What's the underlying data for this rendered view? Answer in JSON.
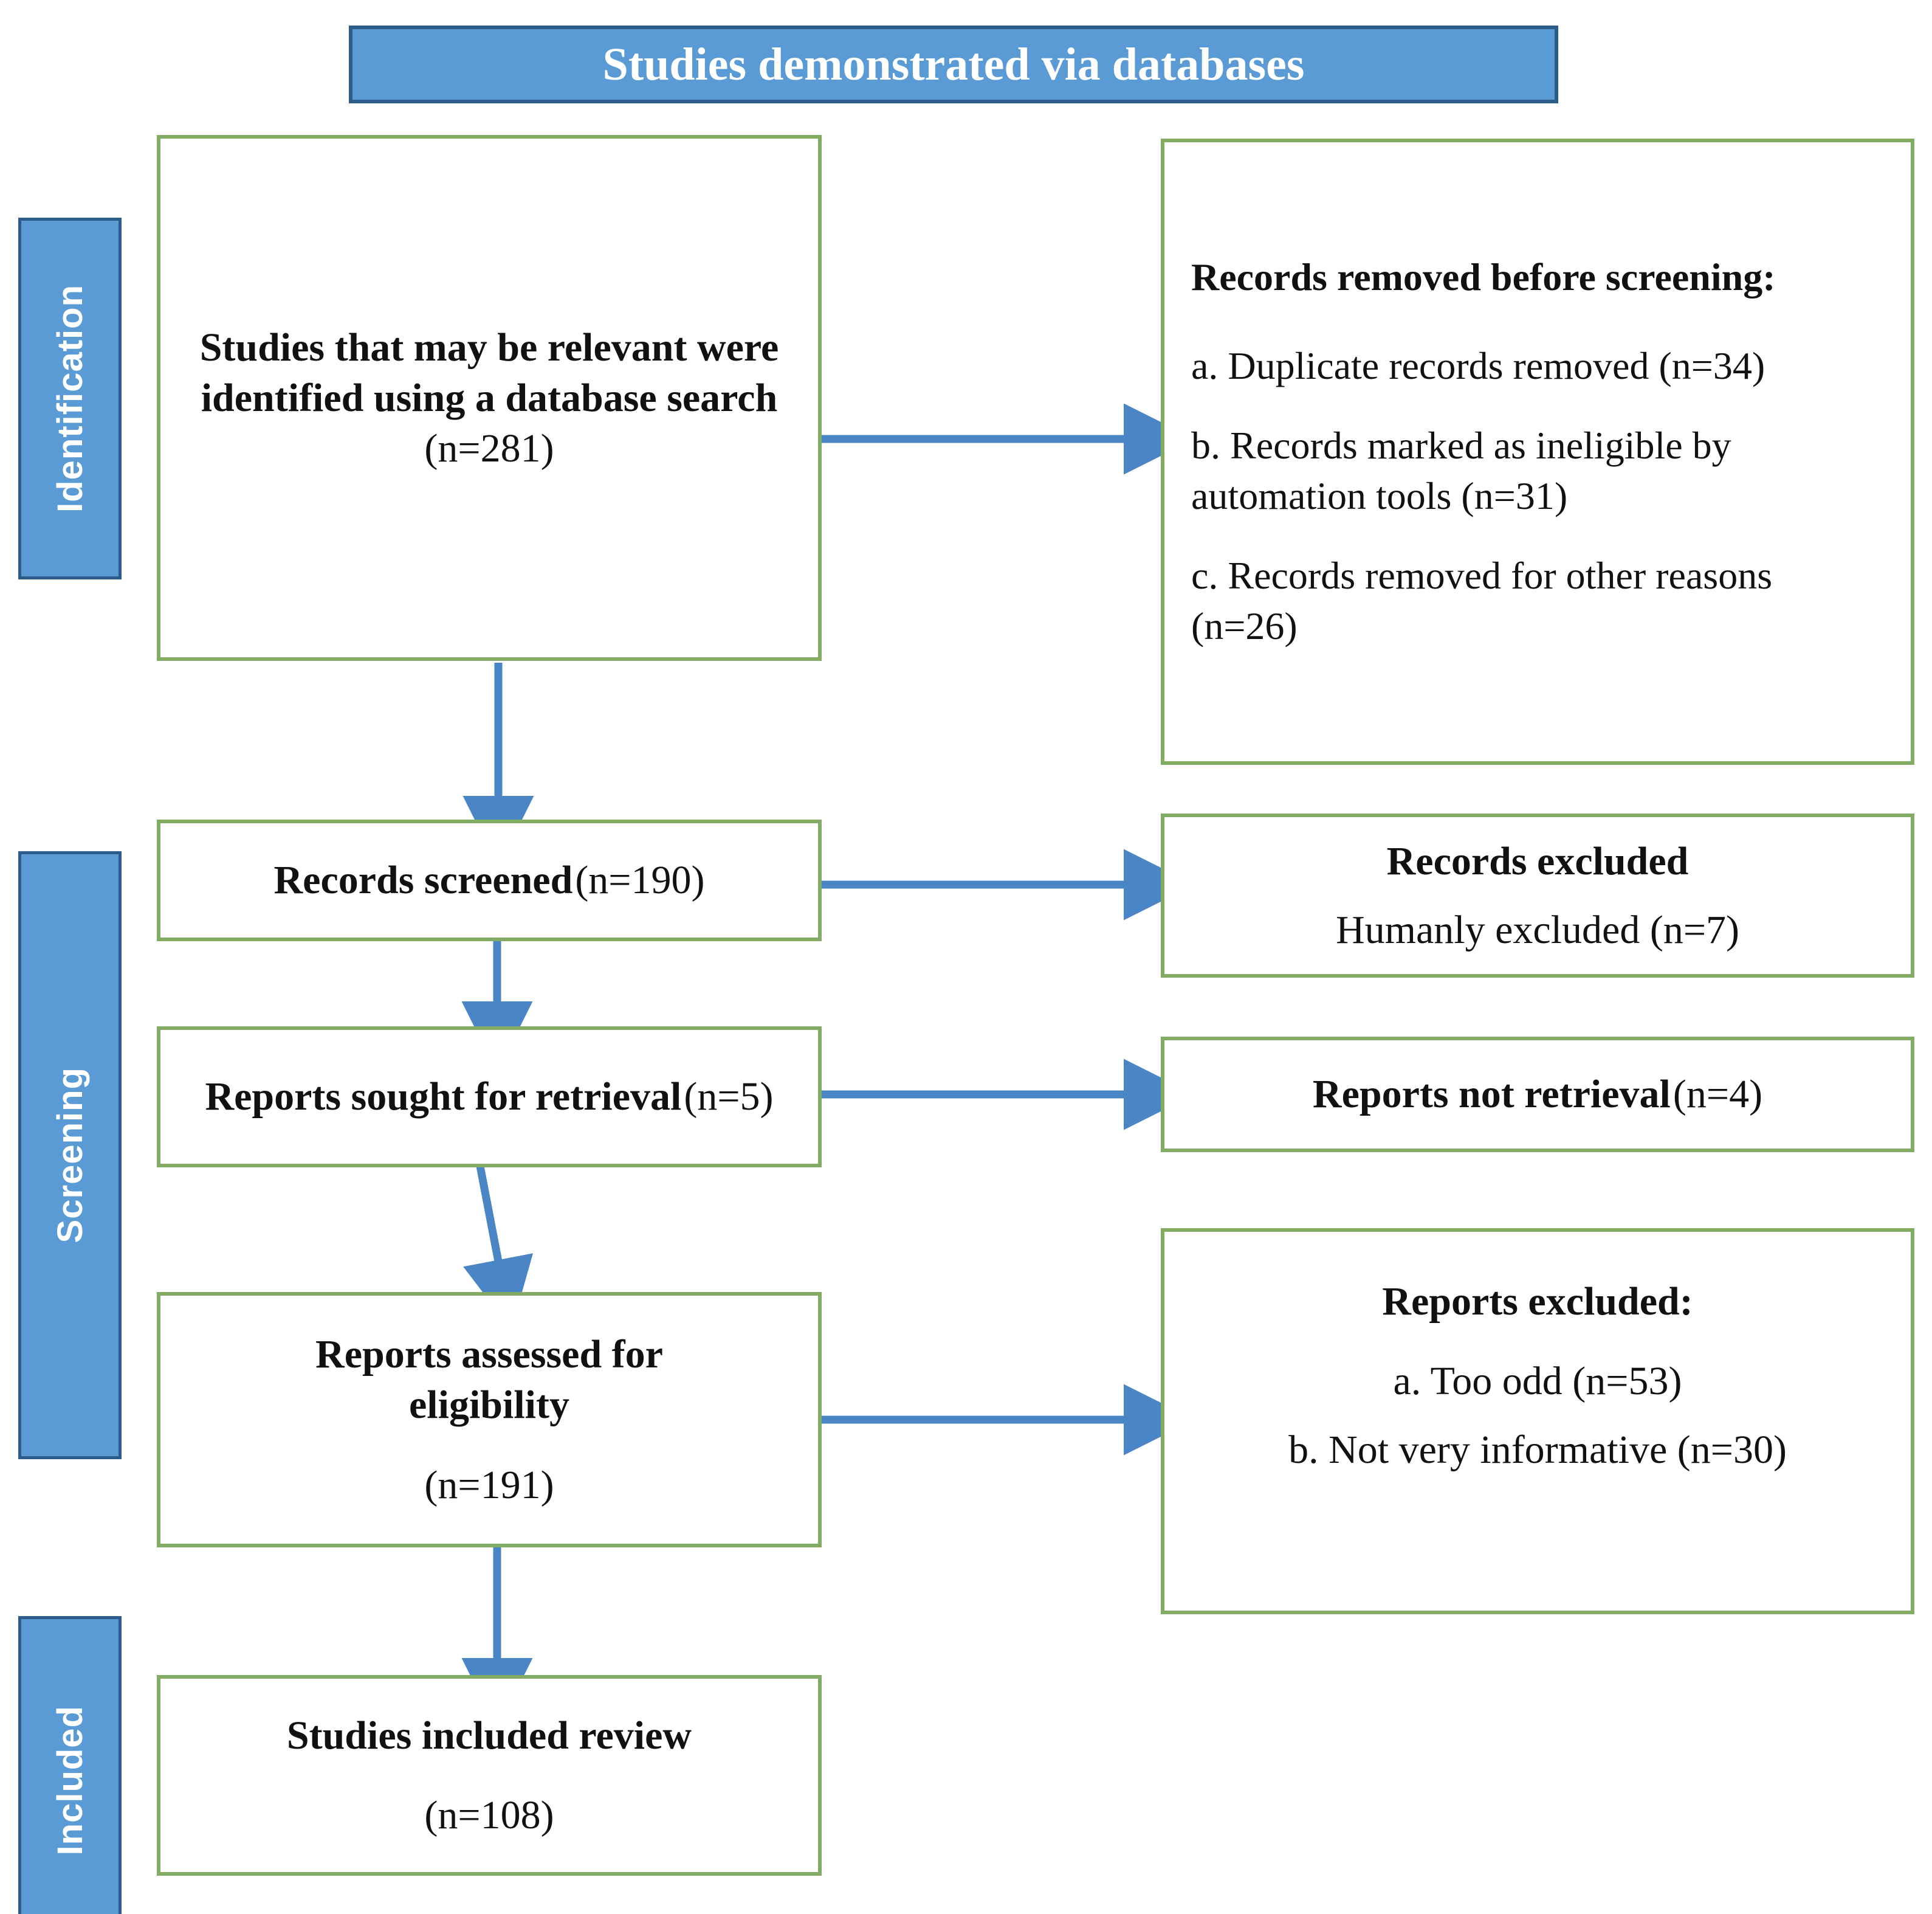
{
  "header": {
    "title": "Studies demonstrated via databases"
  },
  "stages": [
    {
      "key": "identification",
      "label": "Identification"
    },
    {
      "key": "screening",
      "label": "Screening"
    },
    {
      "key": "included",
      "label": "Included"
    }
  ],
  "boxes": {
    "identification_source": {
      "bold_text": "Studies that may be relevant were identified using a database search",
      "count_text": "(n=281)"
    },
    "records_removed": {
      "heading": "Records removed before screening:",
      "item_a": "a.   Duplicate records removed (n=34)",
      "item_b": "b. Records marked as ineligible by automation tools (n=31)",
      "item_c": "c. Records removed for other reasons (n=26)"
    },
    "records_screened": {
      "bold_text": "Records screened",
      "count_text": "(n=190)"
    },
    "records_excluded": {
      "heading": "Records excluded",
      "detail": "Humanly excluded (n=7)"
    },
    "reports_sought": {
      "bold_text": "Reports sought for retrieval",
      "count_text": "(n=5)"
    },
    "reports_not_retrieved": {
      "bold_text": "Reports not retrieval",
      "count_text": "(n=4)"
    },
    "reports_assessed": {
      "bold_line1": "Reports assessed for",
      "bold_line2": "eligibility",
      "count_text": "(n=191)"
    },
    "reports_excluded": {
      "heading": "Reports excluded:",
      "item_a": "a. Too odd (n=53)",
      "item_b": "b. Not very informative (n=30)"
    },
    "studies_included": {
      "bold_text": "Studies included review",
      "count_text": "(n=108)"
    }
  },
  "colors": {
    "stage_bar_fill": "#5b9bd5",
    "stage_bar_border": "#2e5c8a",
    "box_border": "#82ab63",
    "arrow": "#4a86c5",
    "text": "#111111",
    "stage_label_text": "#ffffff"
  },
  "flow": {
    "type": "prisma-flow-diagram",
    "edges": [
      {
        "from": "identification_source",
        "to": "records_removed",
        "direction": "right"
      },
      {
        "from": "identification_source",
        "to": "records_screened",
        "direction": "down"
      },
      {
        "from": "records_screened",
        "to": "records_excluded",
        "direction": "right"
      },
      {
        "from": "records_screened",
        "to": "reports_sought",
        "direction": "down"
      },
      {
        "from": "reports_sought",
        "to": "reports_not_retrieved",
        "direction": "right"
      },
      {
        "from": "reports_sought",
        "to": "reports_assessed",
        "direction": "down"
      },
      {
        "from": "reports_assessed",
        "to": "reports_excluded",
        "direction": "right"
      },
      {
        "from": "reports_assessed",
        "to": "studies_included",
        "direction": "down"
      }
    ]
  }
}
